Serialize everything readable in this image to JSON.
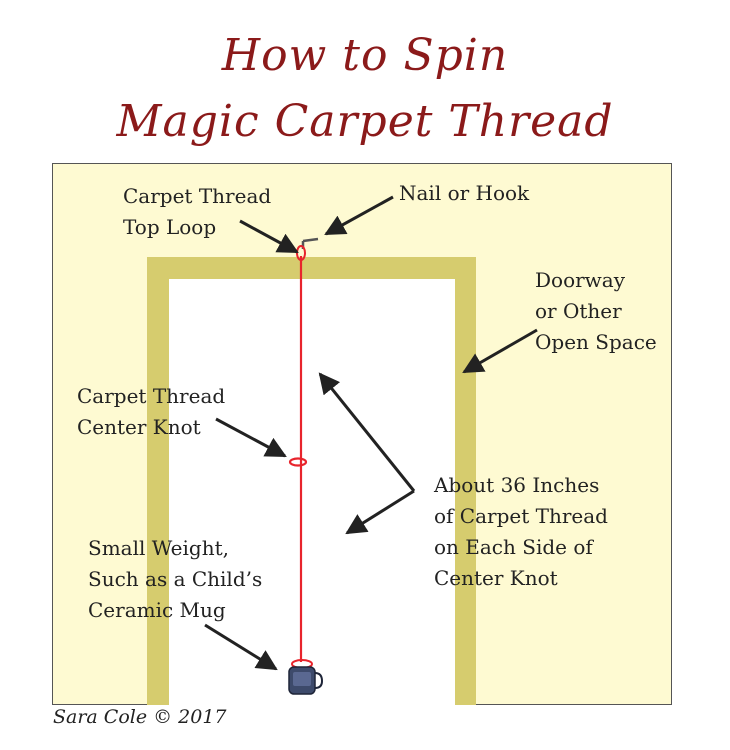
{
  "title": {
    "line1": "How to Spin",
    "line2": "Magic Carpet Thread"
  },
  "labels": {
    "top_loop": [
      "Carpet Thread",
      "Top Loop"
    ],
    "nail": "Nail or Hook",
    "doorway": [
      "Doorway",
      "or Other",
      "Open Space"
    ],
    "center_knot": [
      "Carpet Thread",
      "Center Knot"
    ],
    "length": [
      "About 36 Inches",
      "of Carpet Thread",
      "on Each Side of",
      "Center Knot"
    ],
    "weight": [
      "Small Weight,",
      "Such as a Child’s",
      "Ceramic Mug"
    ]
  },
  "credit": "Sara Cole © 2017",
  "colors": {
    "title": "#8b1a1a",
    "wall": "#fefad2",
    "door_frame": "#d6cc6e",
    "thread": "#e8242c",
    "mug": "#3d4a6b",
    "arrow": "#222222"
  }
}
